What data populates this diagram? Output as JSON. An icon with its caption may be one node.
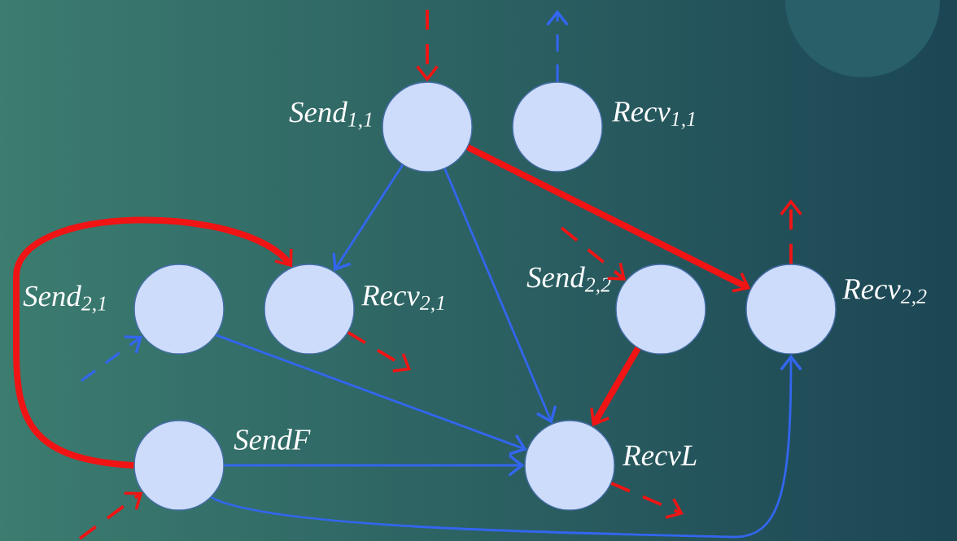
{
  "diagram": {
    "nodes": [
      {
        "text": [],
        "shape": "circle",
        "beside": [
          "Send$_{1,1}$"
        ]
      },
      {
        "text": [],
        "shape": "circle",
        "beside": [
          "Recv$_{1,1}$"
        ]
      },
      {
        "text": [],
        "shape": "circle",
        "beside": [
          "Send$_{2,1}$"
        ]
      },
      {
        "text": [],
        "shape": "circle",
        "beside": [
          "Recv$_{2,1}$"
        ]
      },
      {
        "text": [],
        "shape": "circle",
        "beside": [
          "Send$_{2,2}$"
        ]
      },
      {
        "text": [],
        "shape": "circle",
        "beside": [
          "Recv$_{2,2}$"
        ]
      },
      {
        "text": [],
        "shape": "circle",
        "beside": [
          "SendF"
        ]
      },
      {
        "text": [],
        "shape": "circle",
        "beside": [
          "RecvL"
        ]
      }
    ],
    "edges": [
      {
        "from": null,
        "to": 0,
        "arrow": "to",
        "style": "dashed"
      },
      {
        "from": 1,
        "to": null,
        "arrow": "to",
        "style": "dashed",
        "color": "#3366ee"
      },
      {
        "from": 0,
        "to": 3,
        "arrow": "to",
        "color": "#3366ee"
      },
      {
        "from": 0,
        "to": 7,
        "arrow": "to",
        "color": "#3366ee"
      },
      {
        "from": 0,
        "to": 5,
        "arrow": "to",
        "style": "thick"
      },
      {
        "from": 6,
        "to": 3,
        "arrow": "to",
        "style": "thick"
      },
      {
        "from": 3,
        "to": null,
        "arrow": "to",
        "style": "dashed"
      },
      {
        "from": null,
        "to": 4,
        "arrow": "to",
        "style": "dashed"
      },
      {
        "from": 5,
        "to": null,
        "arrow": "to",
        "style": "dashed"
      },
      {
        "from": null,
        "to": 2,
        "arrow": "to",
        "style": "dashed",
        "color": "#3366ee"
      },
      {
        "from": 2,
        "to": 7,
        "arrow": "to",
        "color": "#3366ee"
      },
      {
        "from": 4,
        "to": 7,
        "arrow": "to",
        "style": "thick"
      },
      {
        "from": 6,
        "to": 7,
        "arrow": "to",
        "color": "#3366ee"
      },
      {
        "from": null,
        "to": 6,
        "arrow": "to",
        "style": "dashed"
      },
      {
        "from": 6,
        "to": 5,
        "arrow": "to",
        "color": "#3366ee"
      },
      {
        "from": 7,
        "to": null,
        "arrow": "to",
        "style": "dashed"
      }
    ]
  }
}
